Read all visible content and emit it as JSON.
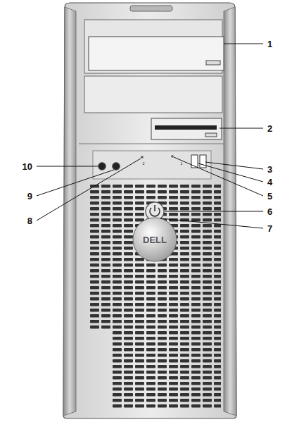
{
  "diagram": {
    "labels": [
      "1",
      "2",
      "3",
      "4",
      "5",
      "6",
      "7",
      "8",
      "9",
      "10",
      "DELL",
      "2",
      "1"
    ]
  }
}
